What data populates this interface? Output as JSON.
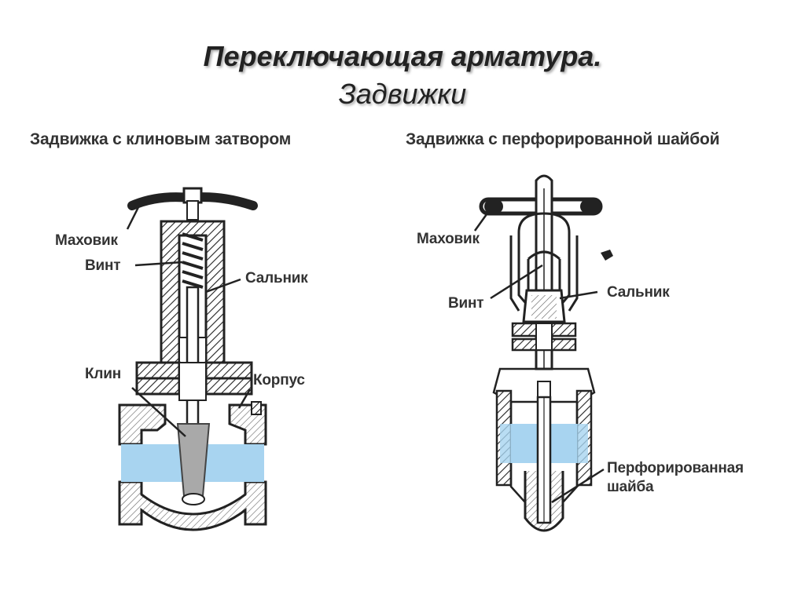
{
  "title": "Переключающая арматура.",
  "subtitle": "Задвижки",
  "left_diagram": {
    "heading": "Задвижка с клиновым затвором",
    "labels": {
      "handwheel": "Маховик",
      "screw": "Винт",
      "gland": "Сальник",
      "wedge": "Клин",
      "body": "Корпус"
    }
  },
  "right_diagram": {
    "heading": "Задвижка с перфорированной шайбой",
    "labels": {
      "handwheel": "Маховик",
      "screw": "Винт",
      "gland": "Сальник",
      "washer_line1": "Перфорированная",
      "washer_line2": "шайба"
    }
  },
  "colors": {
    "flow": "#a8d4f0",
    "metal_line": "#222222",
    "wedge": "#a9a9a9"
  }
}
